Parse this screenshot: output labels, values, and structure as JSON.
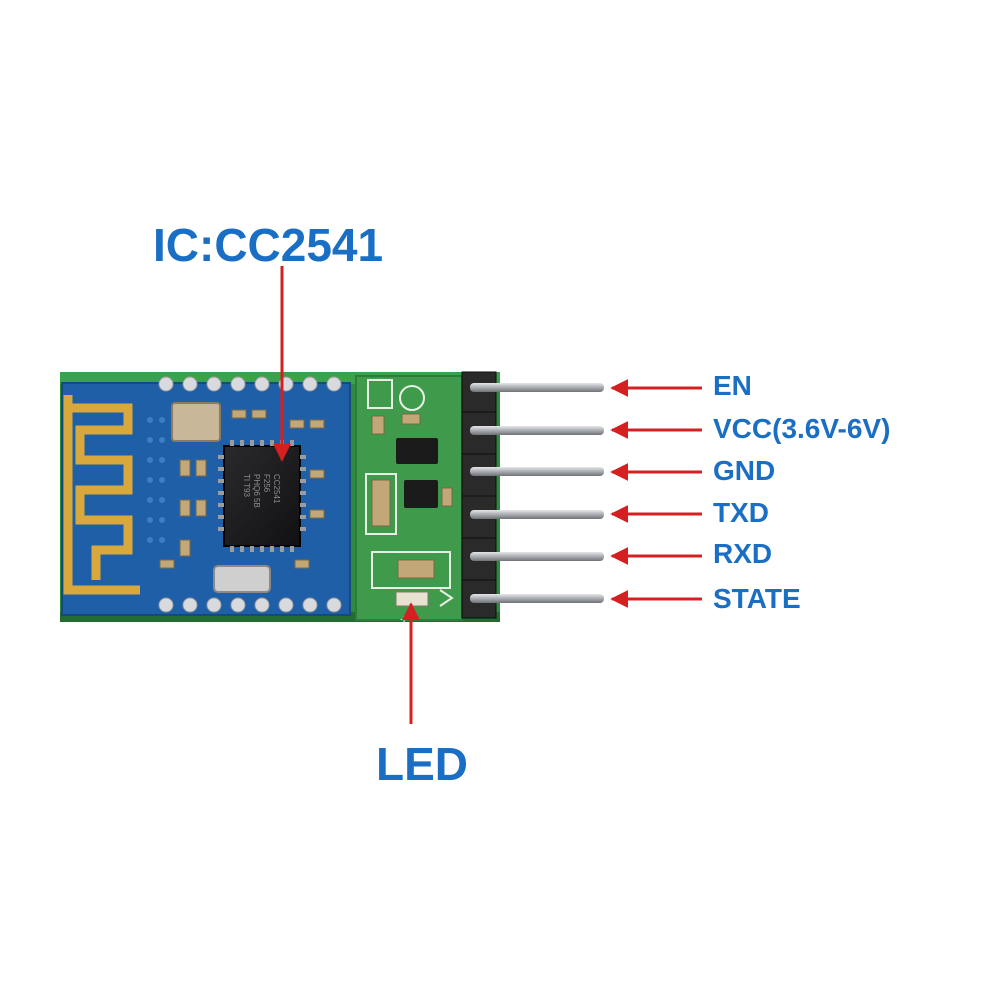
{
  "labels": {
    "ic": "IC:CC2541",
    "led": "LED",
    "pins": [
      "EN",
      "VCC(3.6V-6V)",
      "GND",
      "TXD",
      "RXD",
      "STATE"
    ]
  },
  "chip_markings": [
    "CC2541",
    "F256",
    "PHQ6 5B",
    "TI  T93"
  ],
  "colors": {
    "label": "#1a6fc4",
    "arrow": "#d42020",
    "pcb_main": "#1f5fa8",
    "pcb_adapter": "#3f9a4c",
    "pin": "#b9bcc0",
    "header": "#1b1b1b"
  }
}
